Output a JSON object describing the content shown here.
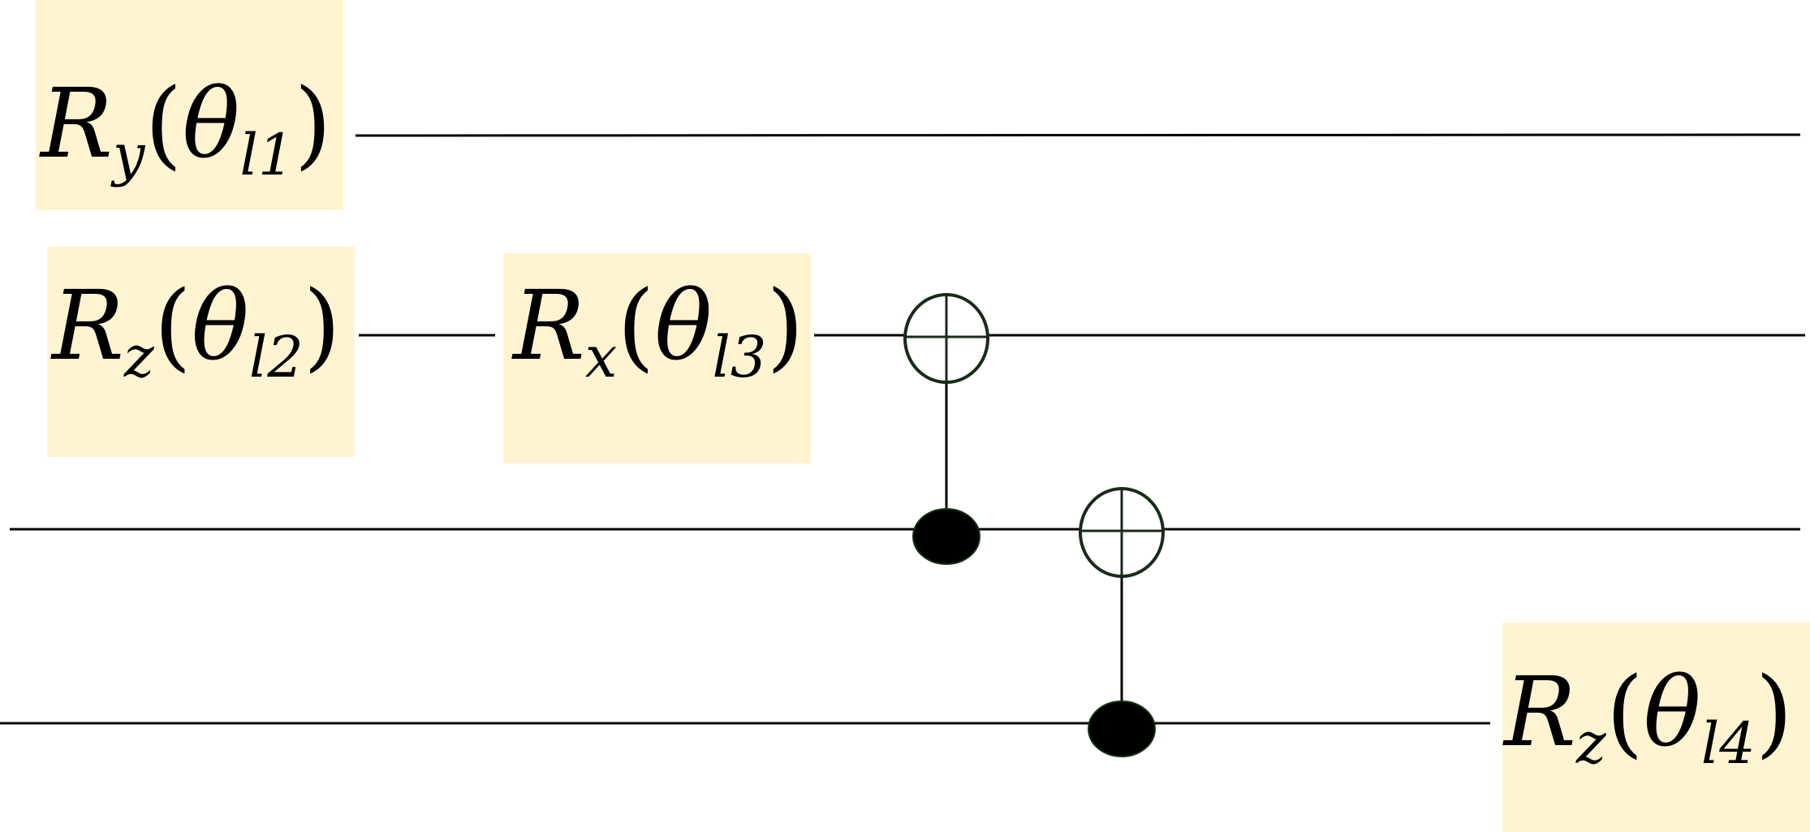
{
  "diagram": {
    "gates": [
      {
        "op": "R",
        "axis": "y",
        "param": "θ",
        "index": "l1"
      },
      {
        "op": "R",
        "axis": "z",
        "param": "θ",
        "index": "l2"
      },
      {
        "op": "R",
        "axis": "x",
        "param": "θ",
        "index": "l3"
      },
      {
        "op": "R",
        "axis": "z",
        "param": "θ",
        "index": "l4"
      }
    ],
    "cnots": [
      {
        "control_qubit": 3,
        "target_qubit": 2
      },
      {
        "control_qubit": 4,
        "target_qubit": 3
      }
    ],
    "colors": {
      "gate_fill": "#fff4d1",
      "wire": "#000000",
      "node_stroke": "#1a2a1a"
    }
  }
}
